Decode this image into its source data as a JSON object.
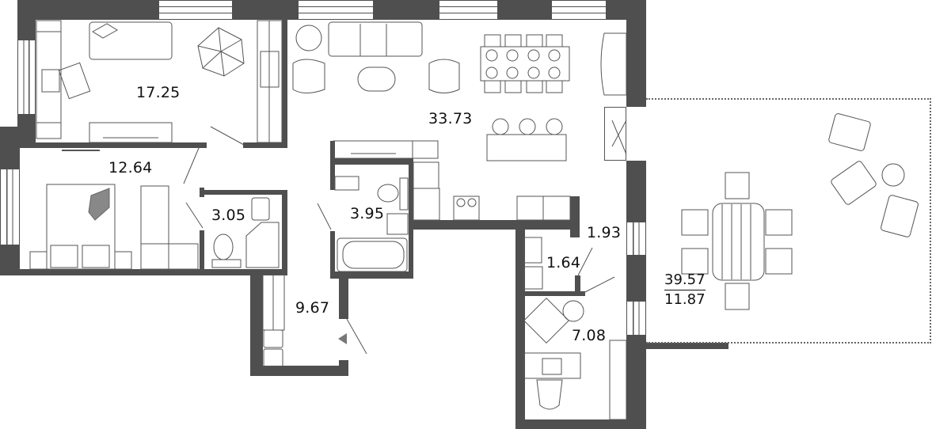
{
  "plan": {
    "type": "apartment floor plan",
    "colors": {
      "wall": "#4f4f4f",
      "line": "#555555",
      "text": "#111111",
      "background": "#ffffff",
      "entrance_arrow": "#777777"
    },
    "rooms": [
      {
        "id": "bedroom-1",
        "label": "17.25"
      },
      {
        "id": "bedroom-2",
        "label": "12.64"
      },
      {
        "id": "bathroom-1",
        "label": "3.05"
      },
      {
        "id": "bathroom-2",
        "label": "3.95"
      },
      {
        "id": "living-kitchen",
        "label": "33.73"
      },
      {
        "id": "hallway",
        "label": "9.67"
      },
      {
        "id": "corridor",
        "label": "1.93"
      },
      {
        "id": "wc",
        "label": "1.64"
      },
      {
        "id": "study",
        "label": "7.08"
      }
    ],
    "terrace": {
      "total_area": "39.57",
      "reduced_area": "11.87"
    },
    "entrance_marker": "entrance-arrow"
  }
}
